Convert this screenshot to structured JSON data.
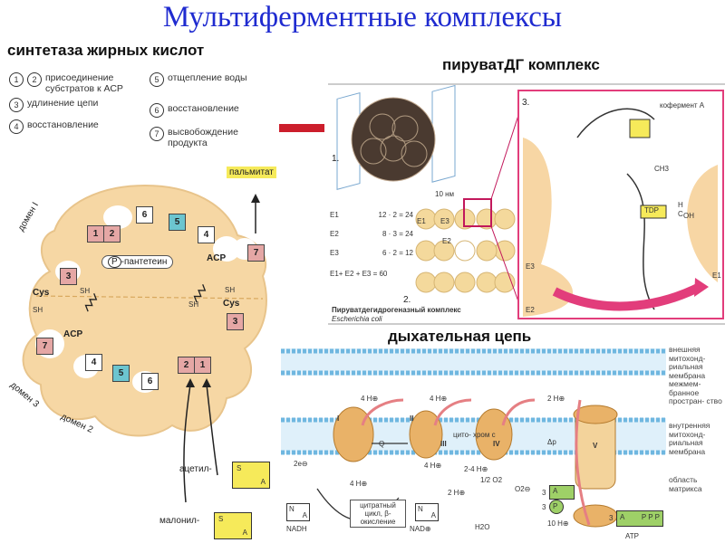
{
  "title": "Мультиферментные комплексы",
  "fas": {
    "heading": "синтетаза жирных кислот",
    "legend": [
      {
        "n": "1 2",
        "text": "присоединение субстратов к АСР"
      },
      {
        "n": "3",
        "text": "удлинение цепи"
      },
      {
        "n": "4",
        "text": "восстановление"
      },
      {
        "n": "5",
        "text": "отщепление воды"
      },
      {
        "n": "6",
        "text": "восстановление"
      },
      {
        "n": "7",
        "text": "высвобождение продукта"
      }
    ],
    "palmitate": "пальмитат",
    "pantetein": "-пантетеин",
    "pantetein_p": "P",
    "acp": "ACP",
    "cys": "Cys",
    "sh": "SH",
    "domain1": "домен I",
    "domain2": "домен 2",
    "domain3": "домен 3",
    "acetyl": "ацетил-",
    "malonyl": "малонил-",
    "s": "S",
    "a": "A",
    "n1": "1",
    "n2": "2",
    "n3": "3",
    "n4": "4",
    "n5": "5",
    "n6": "6",
    "n7": "7"
  },
  "pdh": {
    "heading": "пируватДГ комплекс",
    "label_1": "1.",
    "label_2": "2.",
    "label_3": "3.",
    "size": "10 нм",
    "e1": "E1",
    "e2": "E2",
    "e3": "E3",
    "table": [
      {
        "name": "E1",
        "calc": "12 · 2 = 24"
      },
      {
        "name": "E2",
        "calc": "8 · 3 = 24"
      },
      {
        "name": "E3",
        "calc": "6 · 2 = 12"
      }
    ],
    "sum": "E1+ E2 + E3 = 60",
    "caption": "Пируватдегидрогеназный комплекс",
    "organism": "Escherichia coli",
    "coenzyme": "кофермент А",
    "tdp": "TDP",
    "ch3": "CH3",
    "oh": "OH",
    "h": "H",
    "c": "C"
  },
  "resp": {
    "heading": "дыхательная цепь",
    "labels": [
      "внешняя митохонд- риальная мембрана",
      "межмем- бранное простран- ство",
      "внутренняя митохонд- риальная мембрана",
      "область матрикса"
    ],
    "h4a": "4 H⊕",
    "h4b": "4 H⊕",
    "h2": "2 H⊕",
    "h4_lower": "4 H⊕",
    "h2_lower": "2 H⊕",
    "h24": "2-4 H⊕",
    "half_o2": "1/2 O2",
    "o2minus": "O2⊖",
    "h2o": "H2O",
    "cytc": "цито- хром с",
    "dp": "Δp",
    "citrate": "цитратный цикл, β-окисление",
    "nadh": "NADH",
    "nad": "NAD⊕",
    "atp": "ATP",
    "adp3": "3",
    "p3": "3",
    "h10": "10 H⊕",
    "e2": "2e⊖",
    "q": "Q",
    "I": "I",
    "II": "II",
    "III": "III",
    "IV": "IV",
    "V": "V",
    "p": "P",
    "ppp": "P P P",
    "a": "A",
    "n": "N"
  },
  "colors": {
    "title": "#1f2bd0",
    "cell_fill": "#f6d7a4",
    "cell_stroke": "#e8c48b",
    "pink": "#e23d7b",
    "membrane_blue": "#6fb7e0",
    "red_dash": "#cc1e2c",
    "square_red": "#e5a7a5",
    "square_cyan": "#6cc5cf",
    "box_yellow": "#f6ea5a"
  }
}
